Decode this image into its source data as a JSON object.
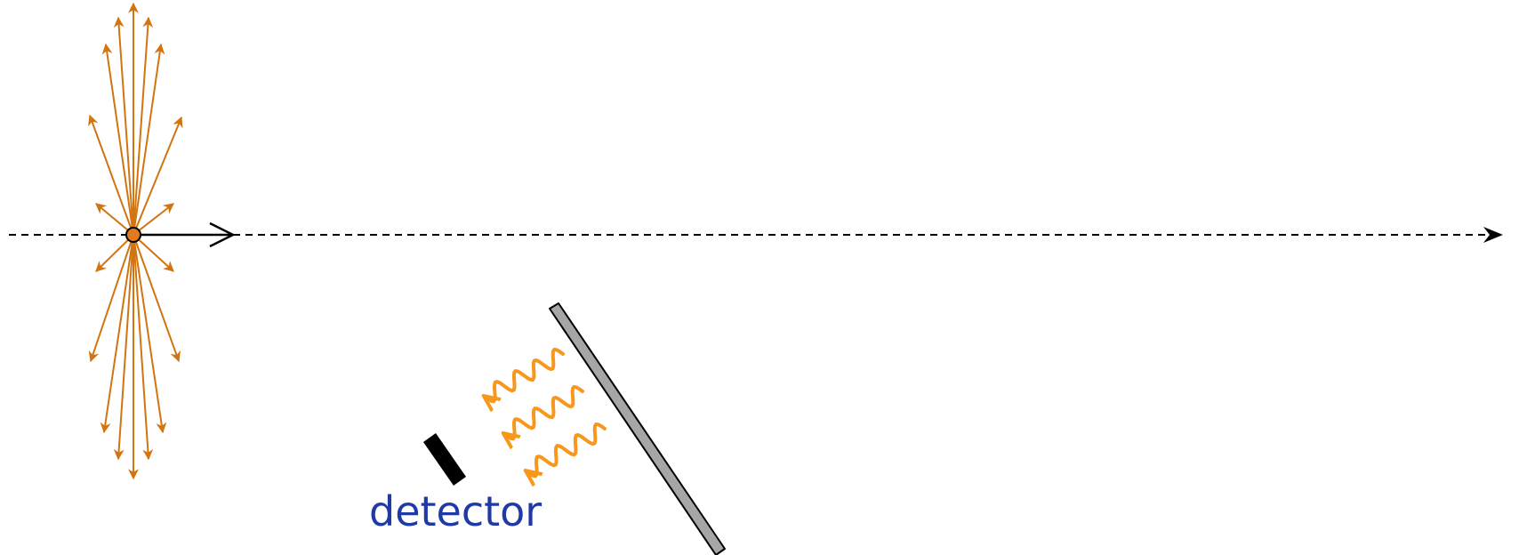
{
  "labels": {
    "detector": "detector"
  },
  "colors": {
    "field_arrows": "#d27410",
    "photons": "#f7981d",
    "mirror_fill": "#a6a6a6",
    "outline": "#000000",
    "label": "#1f3aa6",
    "charge_fill": "#e07a22"
  },
  "elements": {
    "charge": "point-charge",
    "velocity_arrow": "velocity-arrow",
    "beam_axis": "dashed-axis-arrow",
    "mirror": "mirror-plate",
    "detector": "detector-block",
    "photon_count": 3
  }
}
